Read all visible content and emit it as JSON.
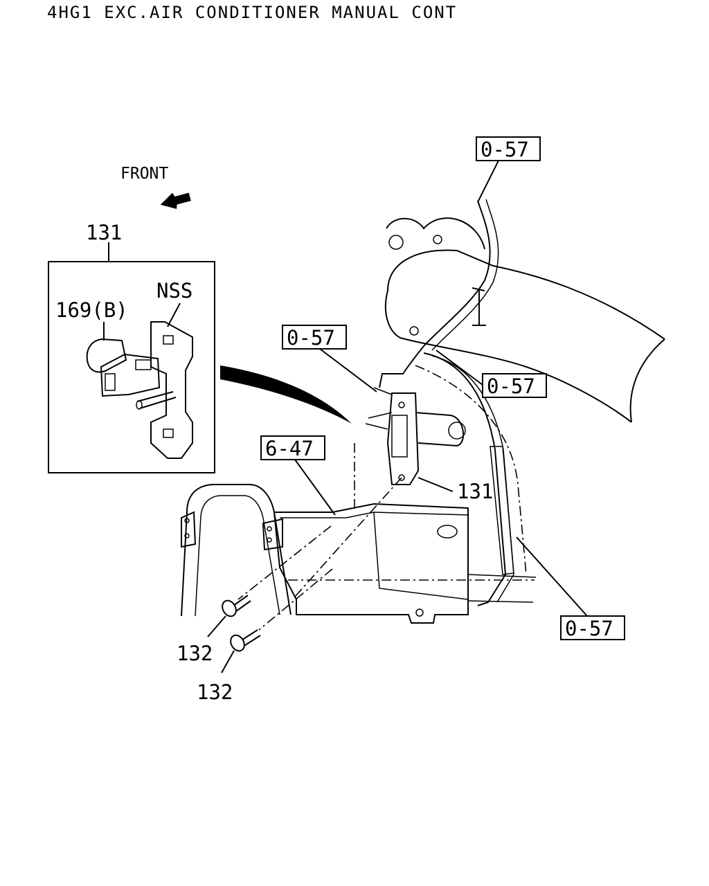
{
  "title": "4HG1 EXC.AIR CONDITIONER MANUAL CONT",
  "front_label": "FRONT",
  "callouts": {
    "part_131_inset": "131",
    "part_131_main": "131",
    "part_169b": "169(B)",
    "nss": "NSS",
    "part_132_upper": "132",
    "part_132_lower": "132"
  },
  "references": {
    "ref_top_right": "0-57",
    "ref_mid_left": "0-57",
    "ref_mid_right": "0-57",
    "ref_bottom_right": "0-57",
    "ref_bracket": "6-47"
  }
}
